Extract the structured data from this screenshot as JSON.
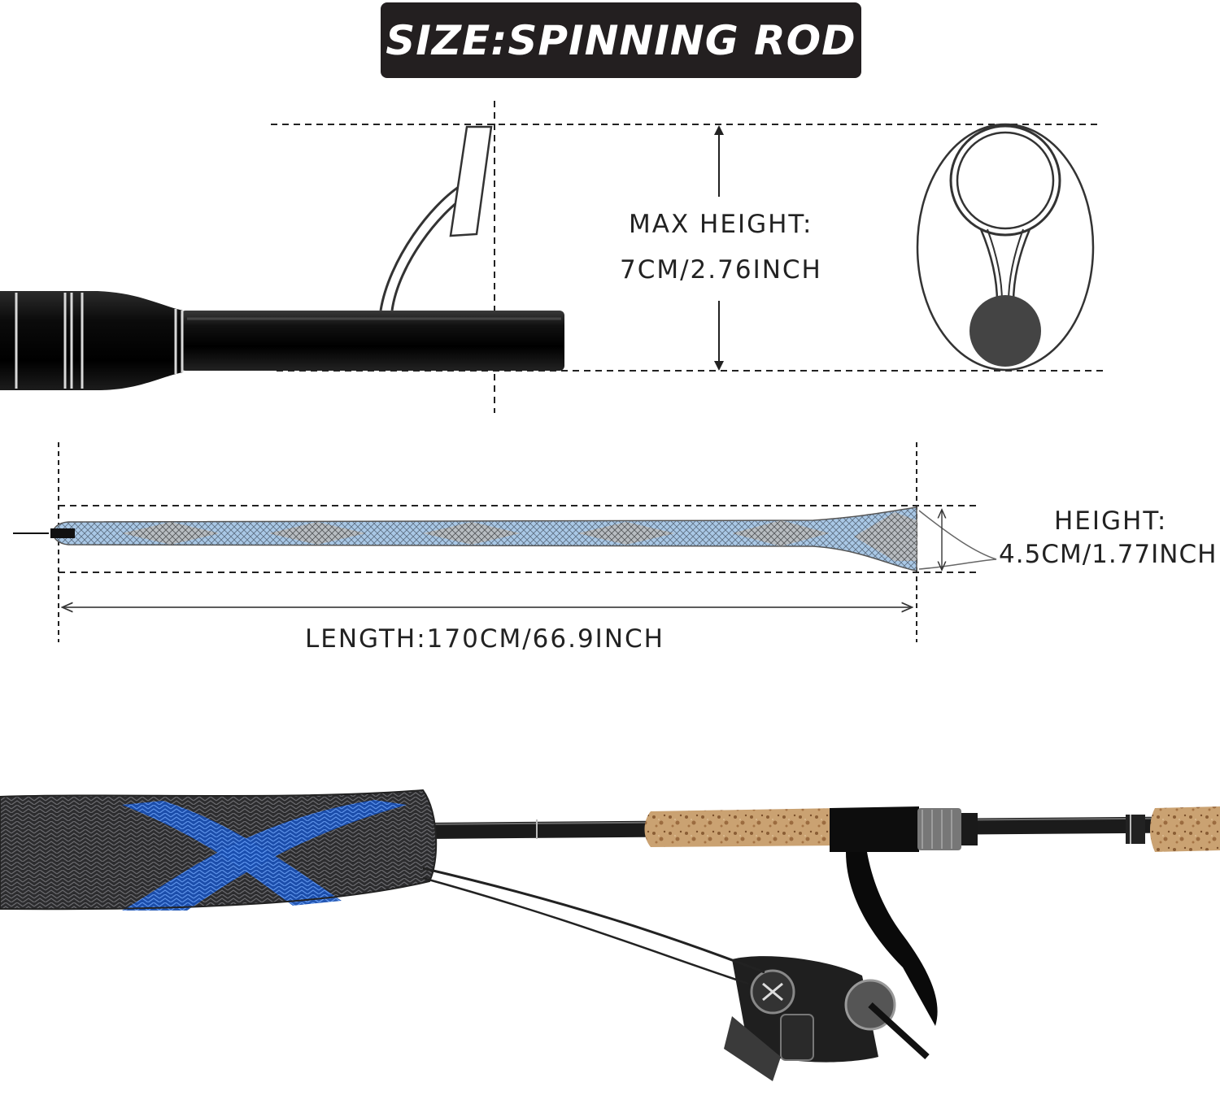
{
  "title": "SIZE:SPINNING ROD",
  "guide_dimension": {
    "label": "MAX HEIGHT:",
    "value": "7CM/2.76INCH"
  },
  "sleeve_height": {
    "label": "HEIGHT:",
    "value": "4.5CM/1.77INCH"
  },
  "sleeve_length": {
    "label": "LENGTH:170CM/66.9INCH"
  },
  "colors": {
    "title_bg": "#231f20",
    "title_text": "#ffffff",
    "rod_black": "#0a0a0a",
    "sleeve_blue": "#8fb8e0",
    "sleeve_accent_blue": "#2f6fd6",
    "cork": "#c9a070",
    "guide_ball": "#444444",
    "dim_line": "#222222"
  }
}
